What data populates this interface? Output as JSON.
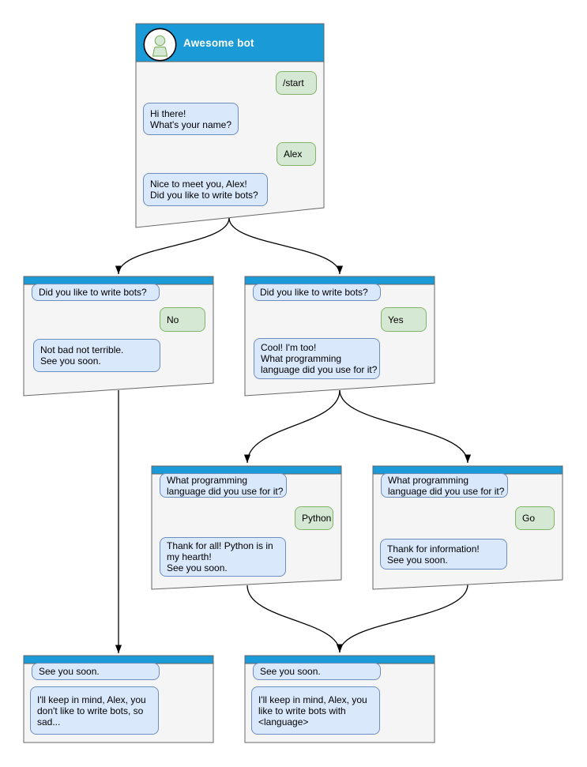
{
  "colors": {
    "header_blue": "#1a9bd7",
    "box_fill": "#f5f5f5",
    "box_border": "#666666",
    "bot_bubble_fill": "#dae8fc",
    "bot_bubble_border": "#6c8ebf",
    "user_bubble_fill": "#d5e8d4",
    "user_bubble_border": "#82b366",
    "connector": "#000000",
    "title_text": "#ffffff"
  },
  "nodes": {
    "main": {
      "title": "Awesome bot",
      "avatar": "person-icon",
      "messages": [
        {
          "from": "user",
          "text": "/start"
        },
        {
          "from": "bot",
          "text": "Hi there!\nWhat's your name?"
        },
        {
          "from": "user",
          "text": "Alex"
        },
        {
          "from": "bot",
          "text": "Nice to meet you, Alex!\nDid you like to write bots?"
        }
      ]
    },
    "branch_no": {
      "messages": [
        {
          "from": "bot",
          "text": "Did you like to write bots?"
        },
        {
          "from": "user",
          "text": "No"
        },
        {
          "from": "bot",
          "text": "Not bad not terrible.\nSee you soon."
        }
      ]
    },
    "branch_yes": {
      "messages": [
        {
          "from": "bot",
          "text": "Did you like to write bots?"
        },
        {
          "from": "user",
          "text": "Yes"
        },
        {
          "from": "bot",
          "text": "Cool! I'm too!\nWhat programming\nlanguage did you use for it?"
        }
      ]
    },
    "branch_python": {
      "messages": [
        {
          "from": "bot",
          "text": "What programming\nlanguage did you use for it?"
        },
        {
          "from": "user",
          "text": "Python"
        },
        {
          "from": "bot",
          "text": "Thank for all! Python is in\nmy hearth!\nSee you soon."
        }
      ]
    },
    "branch_go": {
      "messages": [
        {
          "from": "bot",
          "text": "What programming\nlanguage did you use for it?"
        },
        {
          "from": "user",
          "text": "Go"
        },
        {
          "from": "bot",
          "text": "Thank for information!\nSee you soon."
        }
      ]
    },
    "end_no": {
      "messages": [
        {
          "from": "bot",
          "text": "See you soon."
        },
        {
          "from": "bot",
          "text": "I'll keep in mind, Alex, you\ndon't like to write bots, so\nsad..."
        }
      ]
    },
    "end_yes": {
      "messages": [
        {
          "from": "bot",
          "text": "See you soon."
        },
        {
          "from": "bot",
          "text": "I'll keep in mind, Alex, you\nlike to write bots with\n<language>"
        }
      ]
    }
  }
}
